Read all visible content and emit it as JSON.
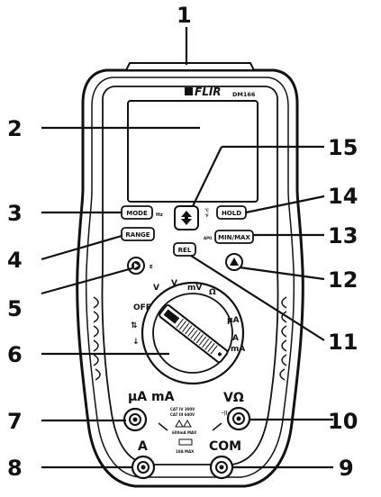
{
  "device": {
    "brand": "FLIR",
    "model": "DM166"
  },
  "callouts": [
    {
      "id": 1,
      "label": "1"
    },
    {
      "id": 2,
      "label": "2"
    },
    {
      "id": 3,
      "label": "3"
    },
    {
      "id": 4,
      "label": "4"
    },
    {
      "id": 5,
      "label": "5"
    },
    {
      "id": 6,
      "label": "6"
    },
    {
      "id": 7,
      "label": "7"
    },
    {
      "id": 8,
      "label": "8"
    },
    {
      "id": 9,
      "label": "9"
    },
    {
      "id": 10,
      "label": "10"
    },
    {
      "id": 11,
      "label": "11"
    },
    {
      "id": 12,
      "label": "12"
    },
    {
      "id": 13,
      "label": "13"
    },
    {
      "id": 14,
      "label": "14"
    },
    {
      "id": 15,
      "label": "15"
    }
  ],
  "buttons": {
    "mode": "MODE",
    "mode_suffix": "Hz",
    "range": "RANGE",
    "hold": "HOLD",
    "hold_prefix_c": "°C",
    "hold_prefix_f": "°F",
    "minmax": "MIN/MAX",
    "apo": "APO",
    "rel": "REL",
    "flash_suffix": "E"
  },
  "dial": {
    "off": "OFF",
    "v_ac": "V",
    "v_dc": "V",
    "mv": "mV",
    "ohm": "Ω",
    "ua": "µA",
    "a": "A",
    "ma": "mA"
  },
  "jacks": {
    "ua_ma": "µA mA",
    "a": "A",
    "com": "COM",
    "vohm": "VΩ",
    "cap": "-|(-"
  },
  "ratings": {
    "cat_iv": "CAT IV 300V",
    "cat_iii": "CAT III 600V",
    "ma_max": "600mA MAX",
    "a_max": "10A MAX"
  }
}
